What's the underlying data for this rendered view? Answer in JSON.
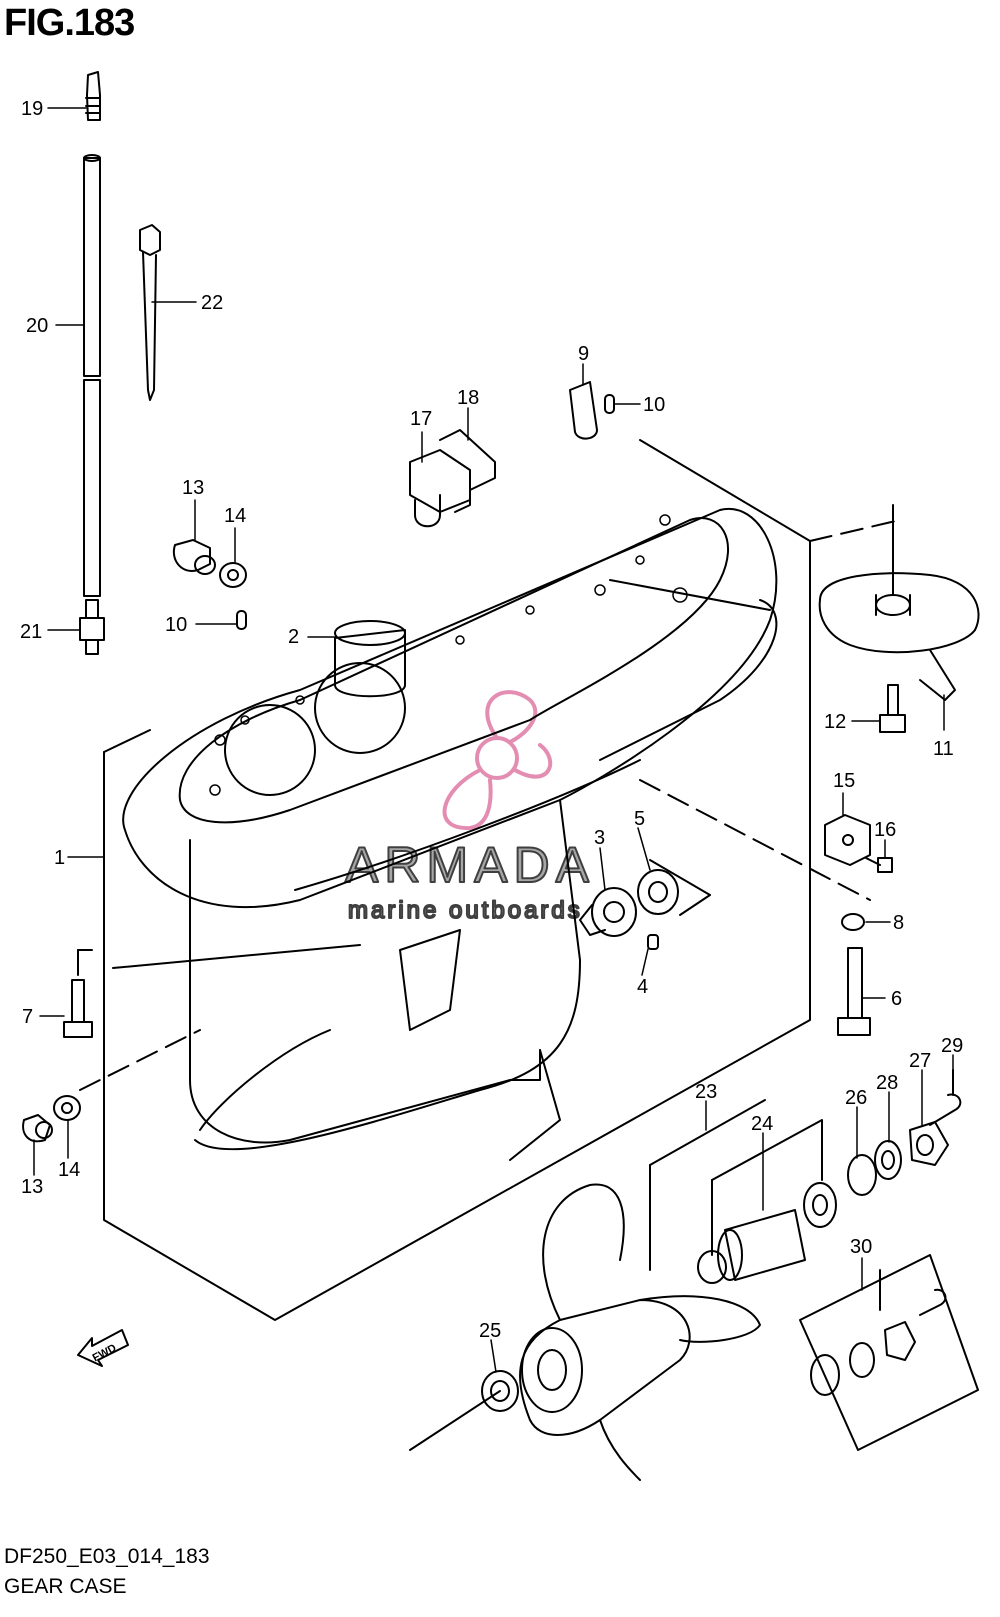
{
  "figure": {
    "title": "FIG.183",
    "code": "DF250_E03_014_183",
    "name": "GEAR CASE"
  },
  "watermark": {
    "name": "ARMADA",
    "tagline": "marine outboards",
    "logo_color": "#e07aa5"
  },
  "fwd_label": "FWD",
  "callouts": {
    "c1": "1",
    "c2": "2",
    "c3": "3",
    "c4": "4",
    "c5": "5",
    "c6": "6",
    "c7": "7",
    "c8": "8",
    "c9": "9",
    "c10a": "10",
    "c10b": "10",
    "c11": "11",
    "c12": "12",
    "c13a": "13",
    "c13b": "13",
    "c14a": "14",
    "c14b": "14",
    "c15": "15",
    "c16": "16",
    "c17": "17",
    "c18": "18",
    "c19": "19",
    "c20": "20",
    "c21": "21",
    "c22": "22",
    "c23": "23",
    "c24": "24",
    "c25": "25",
    "c26": "26",
    "c27": "27",
    "c28": "28",
    "c29": "29",
    "c30": "30"
  }
}
